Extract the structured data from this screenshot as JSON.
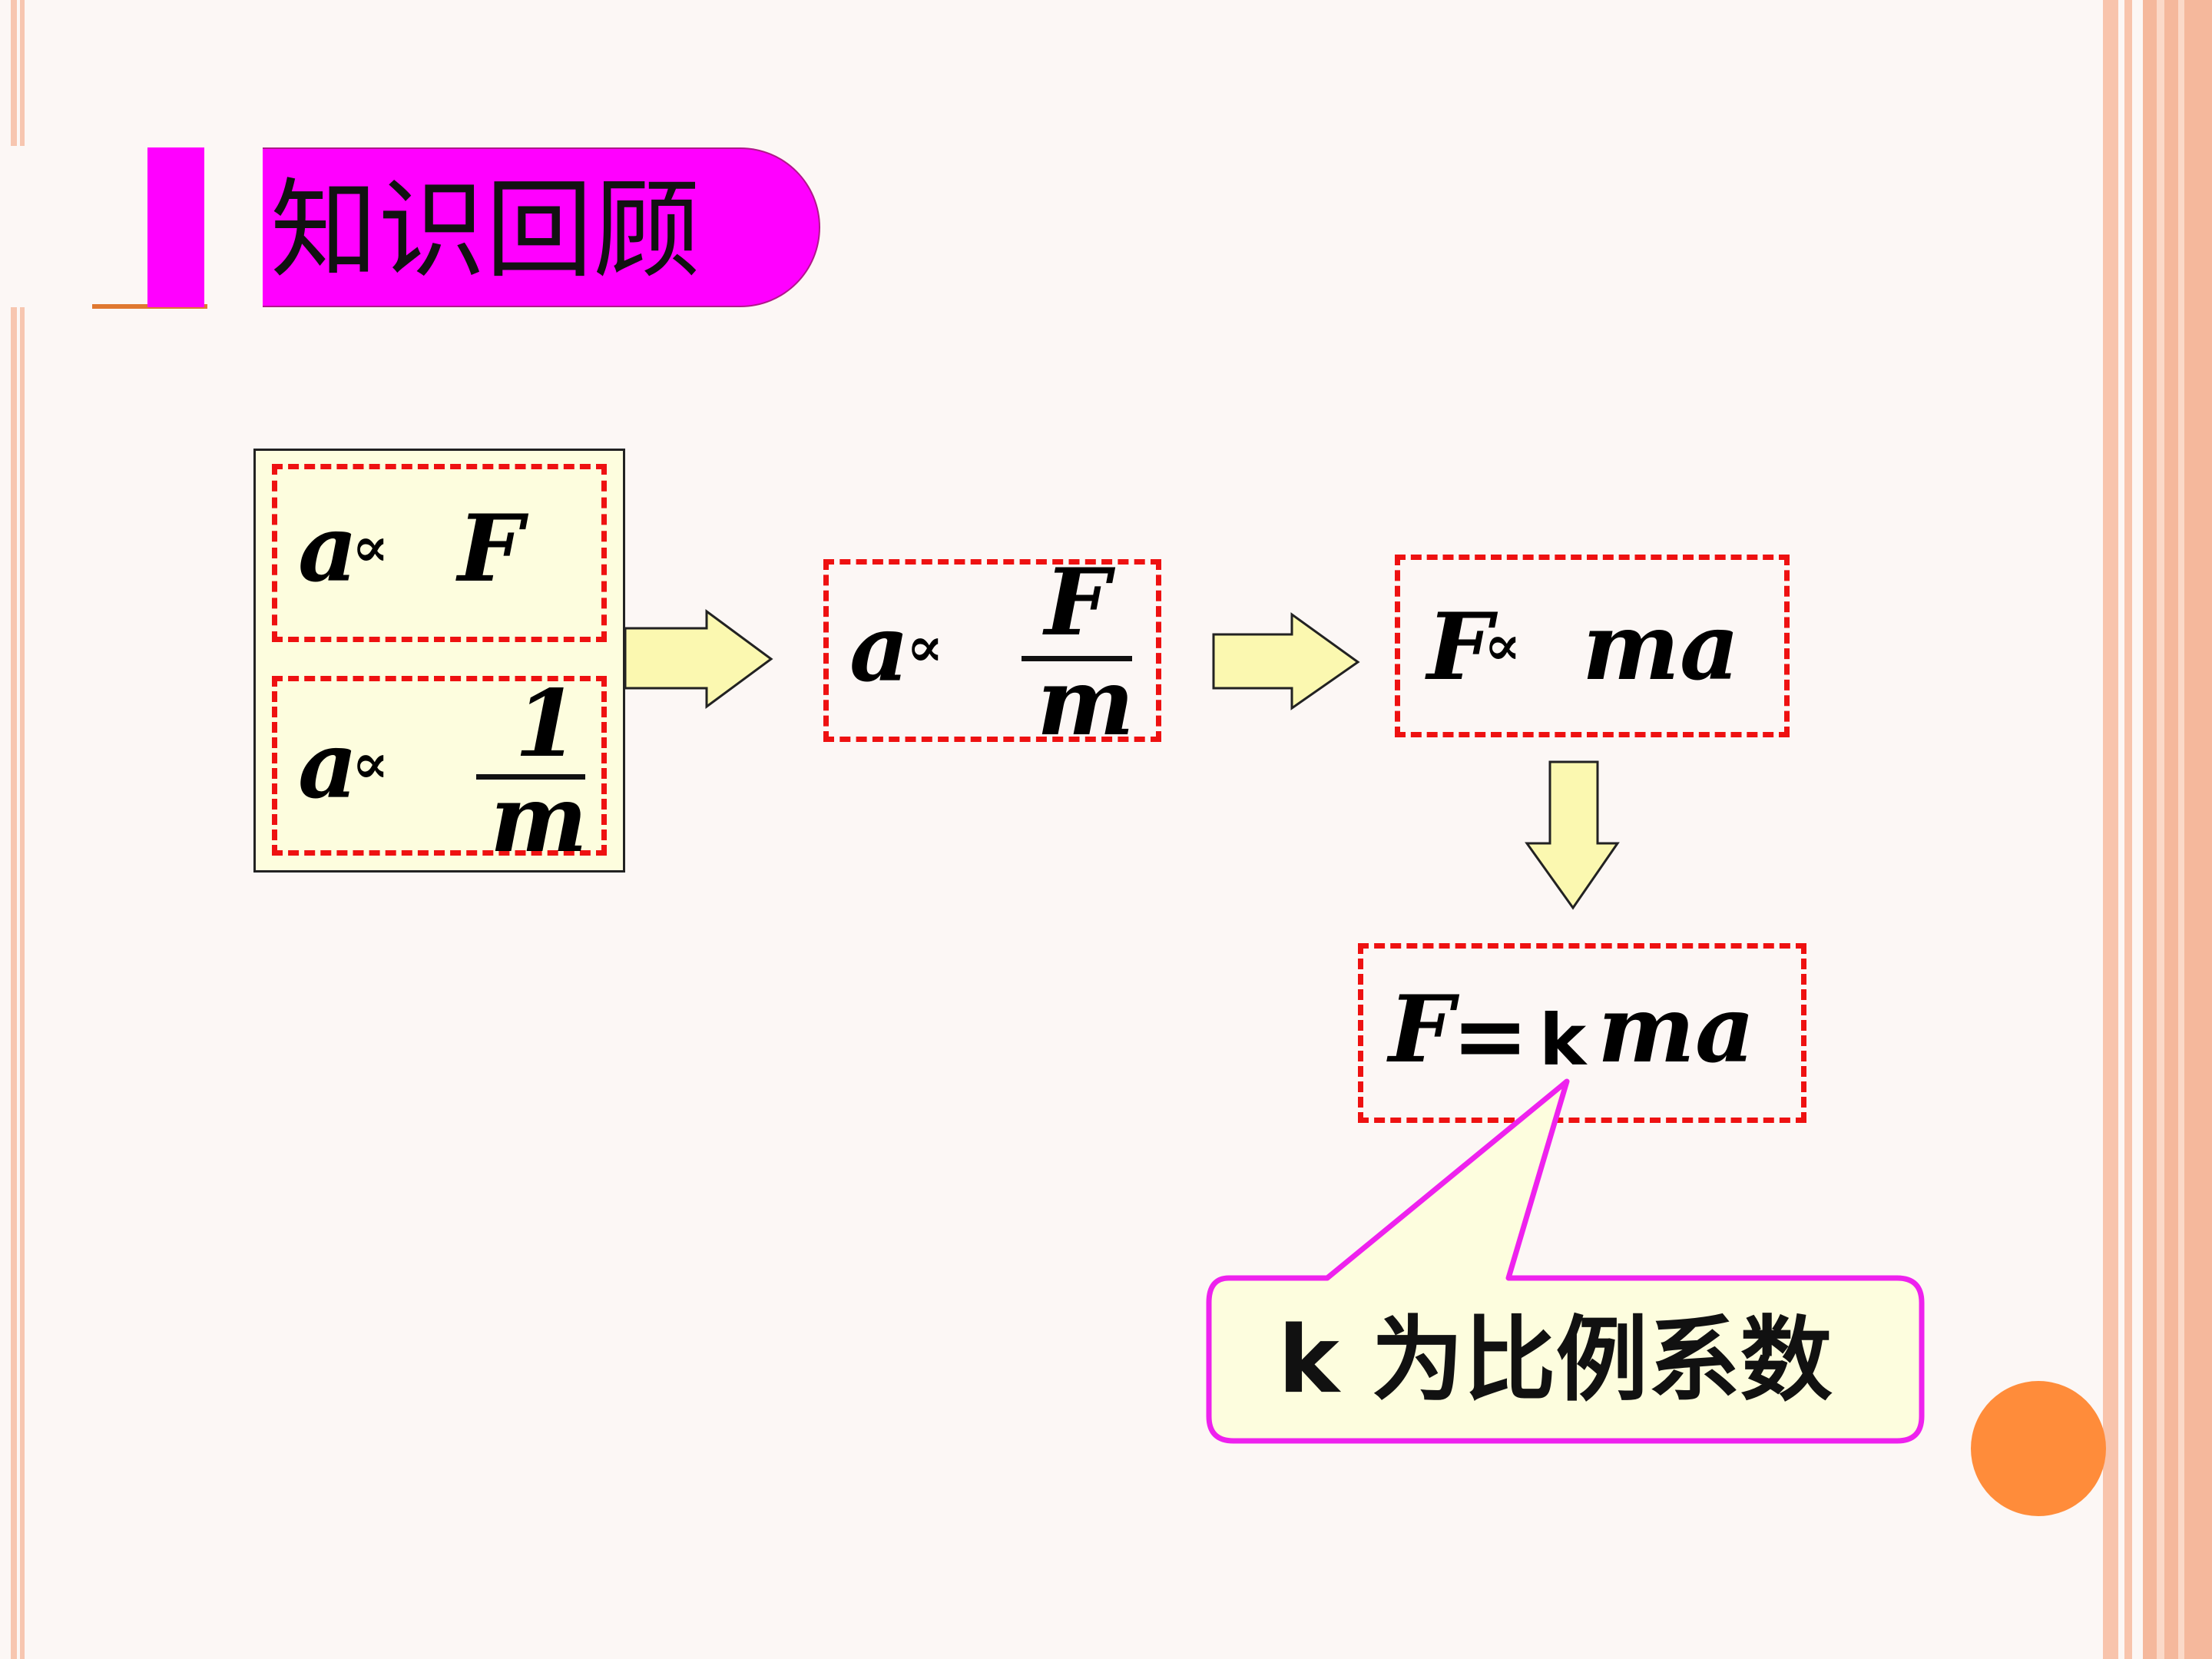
{
  "header": {
    "title": "知识回顾"
  },
  "diagram": {
    "box1": {
      "lhs": "a",
      "prop": "∝",
      "rhs": "F"
    },
    "box2": {
      "lhs": "a",
      "prop": "∝",
      "num": "1",
      "den": "m"
    },
    "box3": {
      "lhs": "a",
      "prop": "∝",
      "num": "F",
      "den": "m"
    },
    "box4": {
      "lhs": "F",
      "prop": "∝",
      "rhs": "ma"
    },
    "box5": {
      "lhs": "F",
      "eq": "=",
      "k": "k",
      "rhs": "ma"
    },
    "callout": {
      "text": "k 为比例系数"
    }
  },
  "colors": {
    "accent": "#ff00ff",
    "dash": "#ee1111",
    "fill": "#fdfdde",
    "arrow": "#fbf8b0",
    "dot": "#ff8c3a"
  }
}
